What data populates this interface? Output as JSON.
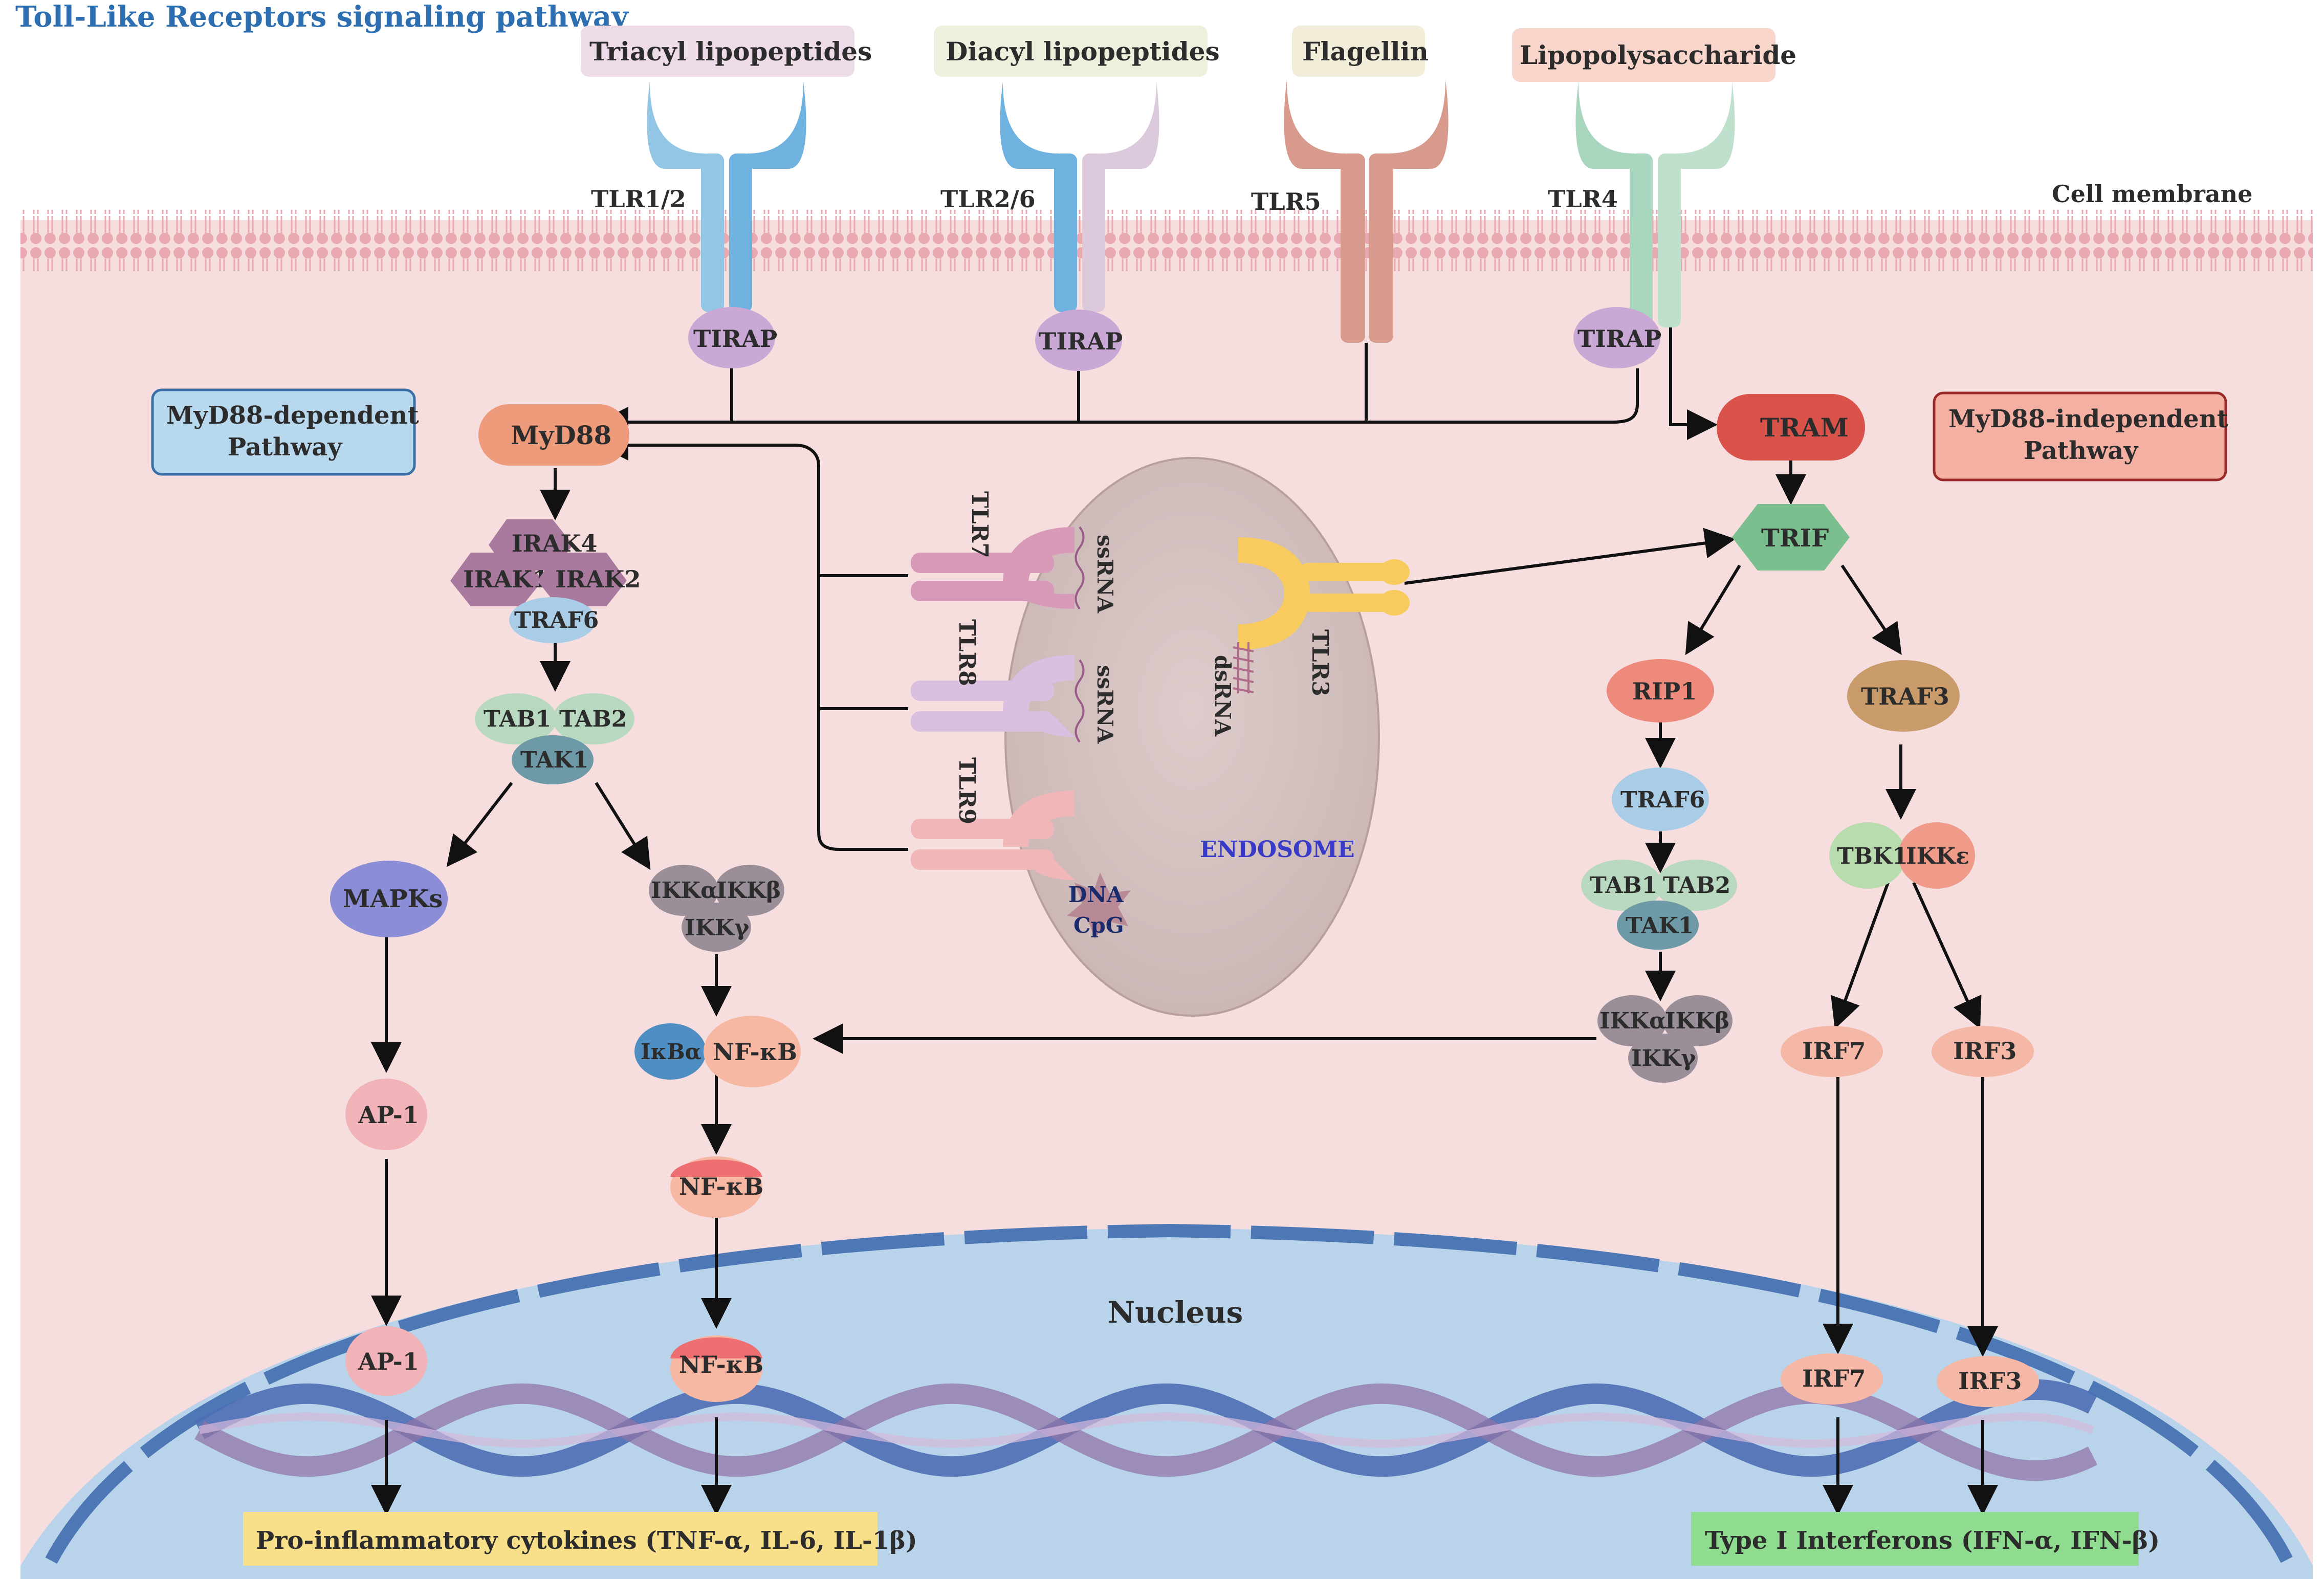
{
  "title": "Toll-Like Receptors signaling pathway",
  "ligands": {
    "triacyl": "Triacyl lipopeptides",
    "diacyl": "Diacyl lipopeptides",
    "flagellin": "Flagellin",
    "lps": "Lipopolysaccharide"
  },
  "receptors": {
    "tlr12": "TLR1/2",
    "tlr26": "TLR2/6",
    "tlr5": "TLR5",
    "tlr4": "TLR4",
    "tlr7": "TLR7",
    "tlr8": "TLR8",
    "tlr9": "TLR9",
    "tlr3": "TLR3"
  },
  "cell_membrane": "Cell membrane",
  "tirap": "TIRAP",
  "pathways": {
    "dependent": [
      "MyD88-dependent",
      "Pathway"
    ],
    "independent": [
      "MyD88-independent",
      "Pathway"
    ]
  },
  "left": {
    "myd88": "MyD88",
    "irak4": "IRAK4",
    "irak1": "IRAK1",
    "irak2": "IRAK2",
    "traf6": "TRAF6",
    "tab1": "TAB1",
    "tab2": "TAB2",
    "tak1": "TAK1",
    "mapks": "MAPKs",
    "ikka": "IKKα",
    "ikkb": "IKKβ",
    "ikky": "IKKγ",
    "ap1": "AP-1",
    "ikba": "IκBα",
    "nfkb": "NF-κB"
  },
  "endosome": {
    "label": "ENDOSOME",
    "ssrna": "ssRNA",
    "dsrna": "dsRNA",
    "dna": "DNA",
    "cpg": "CpG"
  },
  "right": {
    "tram": "TRAM",
    "trif": "TRIF",
    "rip1": "RIP1",
    "traf3": "TRAF3",
    "traf6": "TRAF6",
    "tab1": "TAB1",
    "tab2": "TAB2",
    "tak1": "TAK1",
    "ikka": "IKKα",
    "ikkb": "IKKβ",
    "ikky": "IKKγ",
    "tbk1": "TBK1",
    "ikke": "IKKε",
    "irf7": "IRF7",
    "irf3": "IRF3"
  },
  "nucleus": {
    "label": "Nucleus",
    "ap1": "AP-1",
    "nfkb": "NF-κB",
    "irf7": "IRF7",
    "irf3": "IRF3"
  },
  "outputs": {
    "cytokines": "Pro-inflammatory cytokines (TNF-α, IL-6, IL-1β)",
    "interferons": "Type I Interferons (IFN-α, IFN-β)"
  },
  "colors": {
    "cytoplasm": "#f6dede",
    "nucleus": "#b9d4ea",
    "nuclear_envelope": "#4d78b5",
    "membrane_bead": "#e8aab0",
    "title": "#2c6eb0",
    "endosome": "#d7c4c3",
    "endosome_label": "#3a3ac8",
    "myd88": "#ee9b7c",
    "tram": "#d9534b",
    "trif": "#7cbf8f",
    "rip1": "#ee8a7c",
    "traf3": "#c99a6a",
    "tirap": "#c9a8d6",
    "irak": "#a97a9e",
    "traf6": "#a9cde6",
    "tab": "#b8d9bf",
    "tak1": "#6e9aa8",
    "mapks": "#8b8ed6",
    "ikk": "#9a8f98",
    "ap1": "#f1b2b8",
    "ikba": "#4f8ec2",
    "nfkb": "#f6b7a3",
    "nfkb_top": "#ee6f72",
    "tbk1": "#b9dcae",
    "ikke": "#f09a8a",
    "irf": "#f5b7a6",
    "cytokine_box": "#f8e08a",
    "interferon_box": "#8fdb8f",
    "dependent_box": "#b8d8ee",
    "independent_box": "#f4b0a2",
    "tlr12": "#93c5e4",
    "tlr26": "#6fb1df",
    "tlr5": "#d89a8c",
    "tlr4": "#a8d6bf",
    "tlr7": "#d79ab8",
    "tlr8": "#d9bfe0",
    "tlr9": "#f0b6b8",
    "tlr3": "#f7cb5e"
  }
}
